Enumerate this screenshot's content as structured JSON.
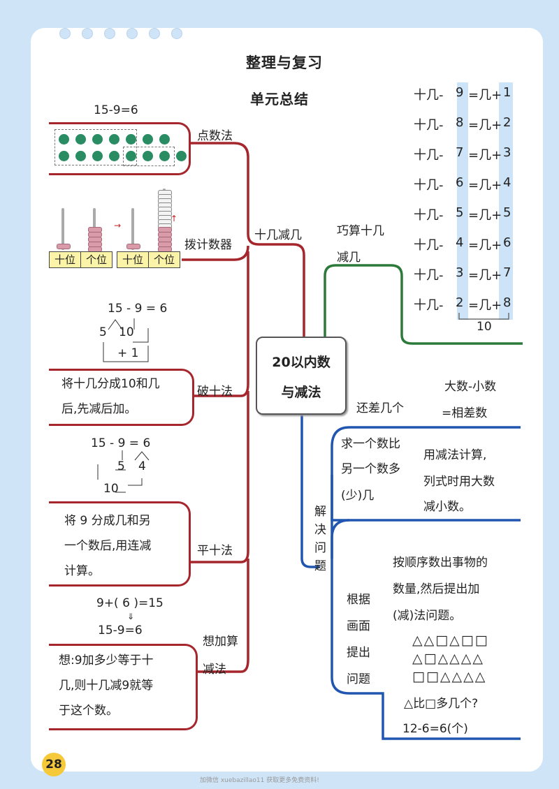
{
  "page_title": "整理与复习",
  "section_title": "单元总结",
  "center_node": [
    "20以内数",
    "与减法"
  ],
  "branches": {
    "main_left": "十几减几",
    "dot_method": "点数法",
    "counter_method": "拨计数器",
    "break_ten": "破十法",
    "flat_ten": "平十法",
    "think_add": [
      "想加算",
      "减法"
    ],
    "quick_calc": [
      "巧算十几",
      "减几"
    ],
    "solve": [
      "解",
      "决",
      "问",
      "题"
    ],
    "diff": "还差几个",
    "picture": [
      "根据",
      "画面",
      "提出",
      "问题"
    ]
  },
  "dot_method": {
    "eq": "15-9=6",
    "dots_row1": 7,
    "dots_row2": 8
  },
  "counter": {
    "labels": [
      "十位",
      "个位",
      "十位",
      "个位"
    ]
  },
  "break_ten": {
    "eq": "15 - 9 = 6",
    "split": [
      "5",
      "10"
    ],
    "sum": "+ 1",
    "text": [
      "将十几分成10和几",
      "后,先减后加。"
    ]
  },
  "flat_ten": {
    "eq": "15 - 9 = 6",
    "split": [
      "5",
      "4"
    ],
    "rest": "10",
    "text": [
      "将 9 分成几和另",
      "一个数后,用连减",
      "计算。"
    ]
  },
  "think_add": {
    "eq1": "9+( 6 )=15",
    "arrow": "⇓",
    "eq2": "15-9=6",
    "text": [
      "想:9加多少等于十",
      "几,则十几减9就等",
      "于这个数。"
    ]
  },
  "quick_rows": [
    [
      "十几-",
      "9",
      "=几+",
      "1"
    ],
    [
      "十几-",
      "8",
      "=几+",
      "2"
    ],
    [
      "十几-",
      "7",
      "=几+",
      "3"
    ],
    [
      "十几-",
      "6",
      "=几+",
      "4"
    ],
    [
      "十几-",
      "5",
      "=几+",
      "5"
    ],
    [
      "十几-",
      "4",
      "=几+",
      "6"
    ],
    [
      "十几-",
      "3",
      "=几+",
      "7"
    ],
    [
      "十几-",
      "2",
      "=几+",
      "8"
    ]
  ],
  "quick_total": "10",
  "diff": {
    "rule": [
      "大数-小数",
      "=相差数"
    ],
    "question": [
      "求一个数比",
      "另一个数多",
      "(少)几"
    ],
    "answer": [
      "用减法计算,",
      "列式时用大数",
      "减小数。"
    ]
  },
  "picture": {
    "text": [
      "按顺序数出事物的",
      "数量,然后提出加",
      "(减)法问题。"
    ],
    "shapes": [
      "△△□△□□",
      "△□△△△△",
      "□□△△△△"
    ],
    "question": "△比□多几个?",
    "answer": "12-6=6(个)"
  },
  "page_number": "28",
  "footer": "加微信 xuebazillao11 获取更多免费资料!",
  "colors": {
    "left_branch": "#a5262c",
    "quick_branch": "#2c7a3a",
    "solve_branch": "#2156b0",
    "highlight": "#cde3f7"
  }
}
